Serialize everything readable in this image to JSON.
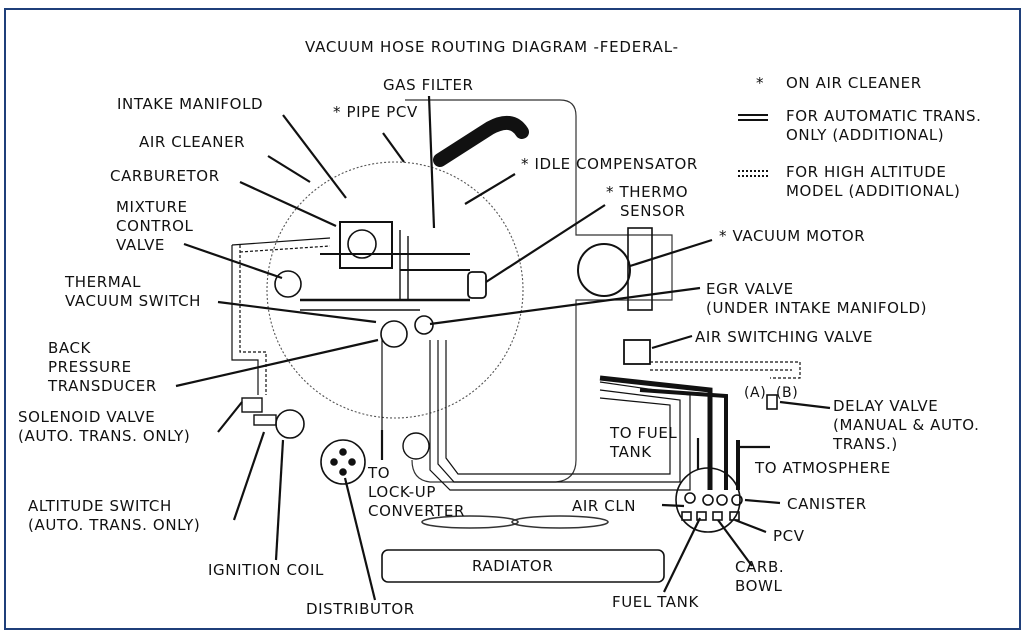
{
  "title": "VACUUM HOSE ROUTING DIAGRAM  -FEDERAL-",
  "legend": [
    {
      "symbol": "*",
      "lines": [
        "ON AIR CLEANER"
      ]
    },
    {
      "symbol": "double-line",
      "lines": [
        "FOR AUTOMATIC TRANS.",
        "ONLY (ADDITIONAL)"
      ]
    },
    {
      "symbol": "dotted-double-line",
      "lines": [
        "FOR HIGH ALTITUDE",
        "MODEL (ADDITIONAL)"
      ]
    }
  ],
  "labels": {
    "gas_filter": [
      "GAS FILTER"
    ],
    "intake_manifold": [
      "INTAKE MANIFOLD"
    ],
    "pipe_pcv": [
      "* PIPE PCV"
    ],
    "air_cleaner": [
      "AIR CLEANER"
    ],
    "idle_compensator": [
      "* IDLE COMPENSATOR"
    ],
    "carburetor": [
      "CARBURETOR"
    ],
    "thermo_sensor": [
      "* THERMO",
      "SENSOR"
    ],
    "mixture_control_valve": [
      "MIXTURE",
      "CONTROL",
      "VALVE"
    ],
    "vacuum_motor": [
      "* VACUUM MOTOR"
    ],
    "thermal_vacuum_switch": [
      "THERMAL",
      "VACUUM SWITCH"
    ],
    "egr_valve": [
      "EGR VALVE",
      "(UNDER INTAKE MANIFOLD)"
    ],
    "air_switching_valve": [
      "AIR SWITCHING VALVE"
    ],
    "back_pressure_transducer": [
      "BACK",
      "PRESSURE",
      "TRANSDUCER"
    ],
    "port_a": [
      "(A)"
    ],
    "port_b": [
      "(B)"
    ],
    "delay_valve": [
      "DELAY VALVE",
      "(MANUAL & AUTO.",
      "TRANS.)"
    ],
    "solenoid_valve": [
      "SOLENOID VALVE",
      "(AUTO. TRANS. ONLY)"
    ],
    "to_fuel_tank": [
      "TO FUEL",
      "TANK"
    ],
    "to_atmosphere": [
      "TO ATMOSPHERE"
    ],
    "to_lockup_converter": [
      "TO",
      "LOCK-UP",
      "CONVERTER"
    ],
    "altitude_switch": [
      "ALTITUDE SWITCH",
      "(AUTO. TRANS. ONLY)"
    ],
    "air_cln": [
      "AIR CLN"
    ],
    "canister": [
      "CANISTER"
    ],
    "pcv": [
      "PCV"
    ],
    "radiator": [
      "RADIATOR"
    ],
    "ignition_coil": [
      "IGNITION COIL"
    ],
    "carb_bowl": [
      "CARB.",
      "BOWL"
    ],
    "distributor": [
      "DISTRIBUTOR"
    ],
    "fuel_tank": [
      "FUEL TANK"
    ]
  },
  "colors": {
    "ink": "#111111",
    "frame": "#1f3f7a",
    "paper": "#ffffff"
  }
}
